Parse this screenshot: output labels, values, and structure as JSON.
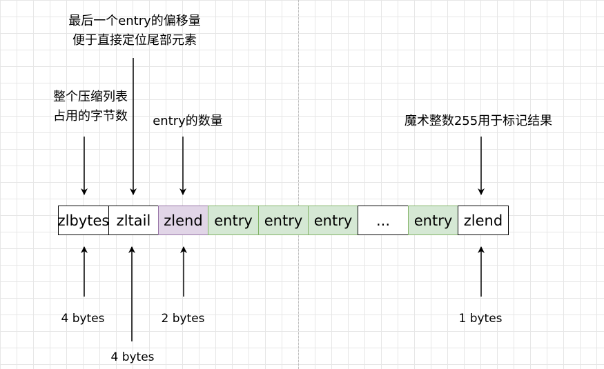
{
  "cells": [
    {
      "text": "zlbytes",
      "style": "plain"
    },
    {
      "text": "zltail",
      "style": "plain"
    },
    {
      "text": "zlend",
      "style": "purple"
    },
    {
      "text": "entry",
      "style": "green"
    },
    {
      "text": "entry",
      "style": "green"
    },
    {
      "text": "entry",
      "style": "green"
    },
    {
      "text": "...",
      "style": "plain"
    },
    {
      "text": "entry",
      "style": "green"
    },
    {
      "text": "zlend",
      "style": "plain"
    }
  ],
  "annotations": {
    "zltail_line1": "最后一个entry的偏移量",
    "zltail_line2": "便于直接定位尾部元素",
    "zlbytes_line1": "整个压缩列表",
    "zlbytes_line2": "占用的字节数",
    "zllen": "entry的数量",
    "zlend": "魔术整数255用于标记结果"
  },
  "sizes": {
    "zlbytes": "4 bytes",
    "zltail": "4 bytes",
    "zllen": "2 bytes",
    "zlend": "1 bytes"
  },
  "colors": {
    "purple_fill": "#e1d5e7",
    "purple_stroke": "#9673a6",
    "green_fill": "#d5e8d4",
    "green_stroke": "#82b366"
  }
}
